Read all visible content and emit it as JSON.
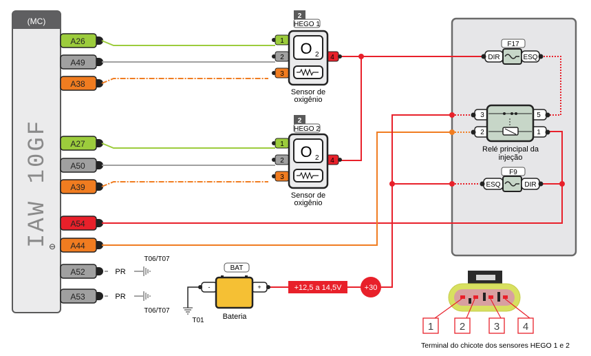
{
  "ecu": {
    "header": "(MC)",
    "name": "IAW 10GF",
    "ground_symbol": "⊖",
    "pins": [
      {
        "label": "A26",
        "color": "#9ccc3c"
      },
      {
        "label": "A49",
        "color": "#a0a0a0"
      },
      {
        "label": "A38",
        "color": "#f07c20"
      },
      {
        "label": "A27",
        "color": "#9ccc3c"
      },
      {
        "label": "A50",
        "color": "#a0a0a0"
      },
      {
        "label": "A39",
        "color": "#f07c20"
      },
      {
        "label": "A54",
        "color": "#e8202a"
      },
      {
        "label": "A44",
        "color": "#f07c20"
      },
      {
        "label": "A52",
        "color": "#a0a0a0"
      },
      {
        "label": "A53",
        "color": "#a0a0a0"
      }
    ]
  },
  "sensors": [
    {
      "badge": "2",
      "tag": "HEGO 1",
      "caption_line1": "Sensor de",
      "caption_line2": "oxigênio",
      "symbol": "O",
      "subscript": "2",
      "pins": [
        "1",
        "2",
        "3",
        "4"
      ]
    },
    {
      "badge": "2",
      "tag": "HEGO 2",
      "caption_line1": "Sensor de",
      "caption_line2": "oxigênio",
      "symbol": "O",
      "subscript": "2",
      "pins": [
        "1",
        "2",
        "3",
        "4"
      ]
    }
  ],
  "relay_panel": {
    "fuse_top": {
      "tag": "F17",
      "left": "DIR",
      "right": "ESQ"
    },
    "relay": {
      "pins_left": [
        "3",
        "2"
      ],
      "pins_right": [
        "5",
        "1"
      ],
      "caption_line1": "Relé principal da",
      "caption_line2": "injeção"
    },
    "fuse_bottom": {
      "tag": "F9",
      "left": "ESQ",
      "right": "DIR"
    }
  },
  "grounds": {
    "a52_wire": "PR",
    "a53_wire": "PR",
    "a52_point": "T06/T07",
    "a53_point": "T06/T07"
  },
  "battery": {
    "tag": "BAT",
    "label": "Bateria",
    "neg": "-",
    "pos": "+",
    "ground_point": "T01",
    "voltage": "+12,5 a 14,5V",
    "terminal": "+30"
  },
  "connector": {
    "pins": [
      "1",
      "2",
      "3",
      "4"
    ],
    "caption": "Terminal do chicote dos sensores HEGO 1 e 2"
  },
  "colors": {
    "green": "#9ccc3c",
    "gray": "#a0a0a0",
    "orange": "#f07c20",
    "red": "#e8202a",
    "panel": "#e6e6e8",
    "relay_fill": "#c7d6c8",
    "battery": "#f5c034"
  }
}
